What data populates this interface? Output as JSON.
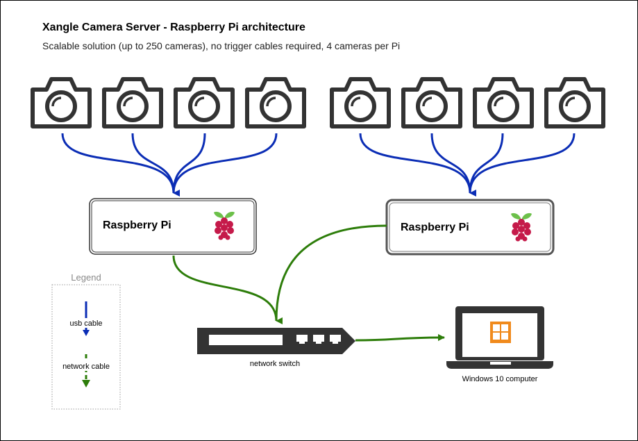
{
  "title": "Xangle Camera Server - Raspberry Pi architecture",
  "subtitle": "Scalable solution (up to 250 cameras), no trigger cables required, 4 cameras per Pi",
  "pi_nodes": [
    {
      "label": "Raspberry Pi",
      "icon": "raspberry-pi-icon"
    },
    {
      "label": "Raspberry Pi",
      "icon": "raspberry-pi-icon"
    }
  ],
  "cameras": {
    "count": 8,
    "icon": "camera-icon",
    "per_pi": 4
  },
  "switch": {
    "label": "network switch",
    "icon": "network-switch-icon"
  },
  "computer": {
    "label": "Windows 10 computer",
    "icon": "laptop-windows-icon"
  },
  "legend": {
    "title": "Legend",
    "items": [
      {
        "label": "usb cable",
        "color": "#0b2db5"
      },
      {
        "label": "network cable",
        "color": "#2d7d0a"
      }
    ]
  },
  "colors": {
    "usb": "#0b2db5",
    "network": "#2d7d0a",
    "device": "#333333",
    "raspberry": "#c51a4a",
    "leaf": "#6cc04a",
    "windows": "#f08a1c"
  }
}
